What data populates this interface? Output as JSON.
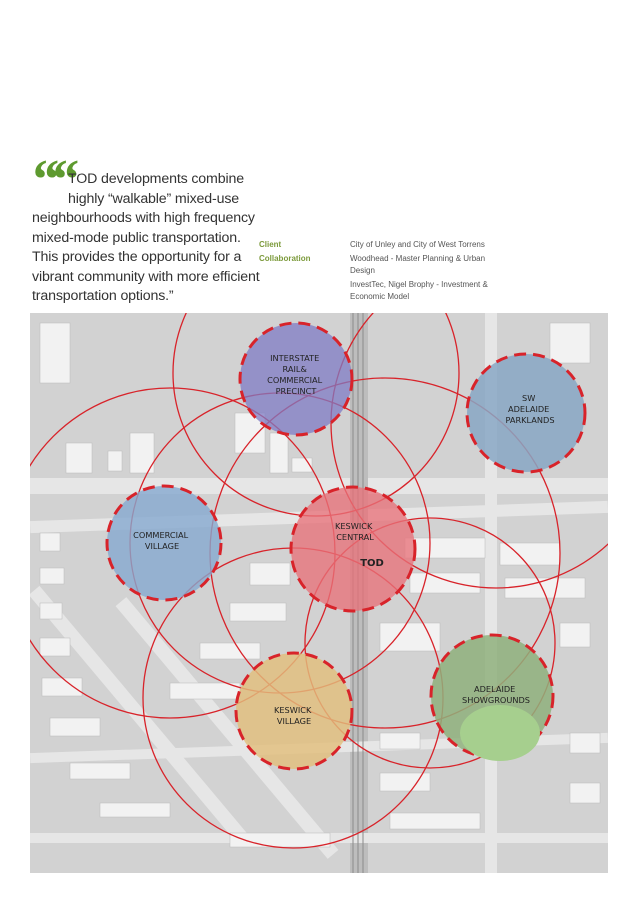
{
  "quote": {
    "mark": "“",
    "lines": [
      "TOD developments combine",
      "highly “walkable” mixed-use",
      "neighbourhoods with high frequency",
      "mixed-mode public transportation.",
      "This provides the opportunity for a",
      "vibrant community with more efficient",
      "transportation options.”"
    ]
  },
  "project": {
    "client_label": "Client",
    "client_value": "City of Unley and City of West Torrens",
    "collaboration_label": "Collaboration",
    "collaboration_values": [
      "Woodhead - Master Planning & Urban Design",
      "InvestTec, Nigel Brophy - Investment & Economic Model"
    ]
  },
  "map": {
    "zones": [
      {
        "id": "interstate",
        "lines": [
          "INTERSTATE",
          "RAIL&",
          "COMMERCIAL",
          "PRECINCT"
        ],
        "color": "#7f7bc4"
      },
      {
        "id": "sw-adelaide",
        "lines": [
          "SW",
          "ADELAIDE",
          "PARKLANDS"
        ],
        "color": "#88a7c4"
      },
      {
        "id": "commercial-village",
        "lines": [
          "COMMERCIAL",
          "VILLAGE"
        ],
        "color": "#86a9d0"
      },
      {
        "id": "keswick-central",
        "lines": [
          "KESWICK",
          "CENTRAL"
        ],
        "extra": "TOD",
        "color": "#e8727a"
      },
      {
        "id": "keswick-village",
        "lines": [
          "KESWICK",
          "VILLAGE"
        ],
        "color": "#e2be7c"
      },
      {
        "id": "showgrounds",
        "lines": [
          "ADELAIDE",
          "SHOWGROUNDS"
        ],
        "color": "#8fb07c"
      }
    ],
    "ring_color": "#d8232a",
    "quote_color": "#5e9a2f"
  }
}
